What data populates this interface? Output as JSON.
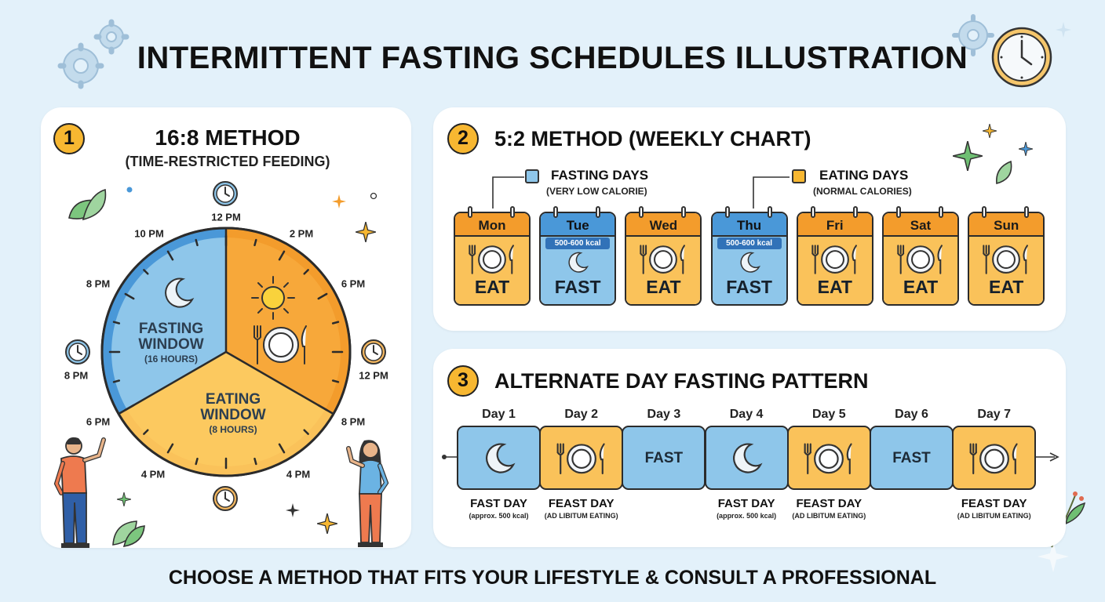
{
  "title": "INTERMITTENT FASTING SCHEDULES ILLUSTRATION",
  "footer": "CHOOSE A METHOD THAT FITS YOUR LIFESTYLE & CONSULT A PROFESSIONAL",
  "colors": {
    "background": "#e3f1fa",
    "fast_blue": "#8ec6ea",
    "fast_blue_dark": "#4a98d8",
    "eat_orange": "#f39c2c",
    "eat_yellow": "#fac25a",
    "badge": "#f7b731"
  },
  "section1": {
    "number": "1",
    "title": "16:8 METHOD",
    "subtitle": "(TIME-RESTRICTED FEEDING)",
    "hour_labels": [
      "12 PM",
      "2 PM",
      "6 PM",
      "12 PM",
      "8 PM",
      "4 PM",
      "4 PM",
      "6 PM",
      "8 PM",
      "8 PM",
      "10 PM"
    ],
    "fasting": {
      "label1": "FASTING",
      "label2": "WINDOW",
      "hours": "(16 HOURS)",
      "hours_value": 16
    },
    "eating": {
      "label1": "EATING",
      "label2": "WINDOW",
      "hours": "(8 HOURS)",
      "hours_value": 8
    },
    "icons": [
      "moon-icon",
      "sun-icon",
      "plate-cutlery-icon",
      "small-clock-icon",
      "person-icon"
    ]
  },
  "section2": {
    "number": "2",
    "title": "5:2 METHOD (WEEKLY CHART)",
    "legend": [
      {
        "label": "FASTING DAYS",
        "sub": "(VERY LOW CALORIE)",
        "color": "#8ec6ea"
      },
      {
        "label": "EATING DAYS",
        "sub": "(NORMAL CALORIES)",
        "color": "#f7b731"
      }
    ],
    "days": [
      {
        "day": "Mon",
        "type": "eat",
        "status": "EAT",
        "kcal": ""
      },
      {
        "day": "Tue",
        "type": "fast",
        "status": "FAST",
        "kcal": "500-600 kcal"
      },
      {
        "day": "Wed",
        "type": "eat",
        "status": "EAT",
        "kcal": ""
      },
      {
        "day": "Thu",
        "type": "fast",
        "status": "FAST",
        "kcal": "500-600 kcal"
      },
      {
        "day": "Fri",
        "type": "eat",
        "status": "EAT",
        "kcal": ""
      },
      {
        "day": "Sat",
        "type": "eat",
        "status": "EAT",
        "kcal": ""
      },
      {
        "day": "Sun",
        "type": "eat",
        "status": "EAT",
        "kcal": ""
      }
    ]
  },
  "section3": {
    "number": "3",
    "title": "ALTERNATE DAY FASTING PATTERN",
    "days": [
      {
        "label": "Day 1",
        "type": "fast",
        "icon": "moon",
        "text": "",
        "caption": "FAST DAY",
        "caption_sub": "(approx. 500 kcal)"
      },
      {
        "label": "Day 2",
        "type": "feast",
        "icon": "plate",
        "text": "",
        "caption": "FEAST DAY",
        "caption_sub": "(AD LIBITUM EATING)"
      },
      {
        "label": "Day 3",
        "type": "fast",
        "icon": "",
        "text": "FAST",
        "caption": "",
        "caption_sub": ""
      },
      {
        "label": "Day 4",
        "type": "fast",
        "icon": "moon",
        "text": "",
        "caption": "FAST DAY",
        "caption_sub": "(approx. 500 kcal)"
      },
      {
        "label": "Day 5",
        "type": "feast",
        "icon": "plate",
        "text": "",
        "caption": "FEAST DAY",
        "caption_sub": "(AD LIBITUM EATING)"
      },
      {
        "label": "Day 6",
        "type": "fast",
        "icon": "",
        "text": "FAST",
        "caption": "",
        "caption_sub": ""
      },
      {
        "label": "Day 7",
        "type": "feast",
        "icon": "plate",
        "text": "",
        "caption": "FEAST DAY",
        "caption_sub": "(AD LIBITUM EATING)"
      }
    ]
  }
}
